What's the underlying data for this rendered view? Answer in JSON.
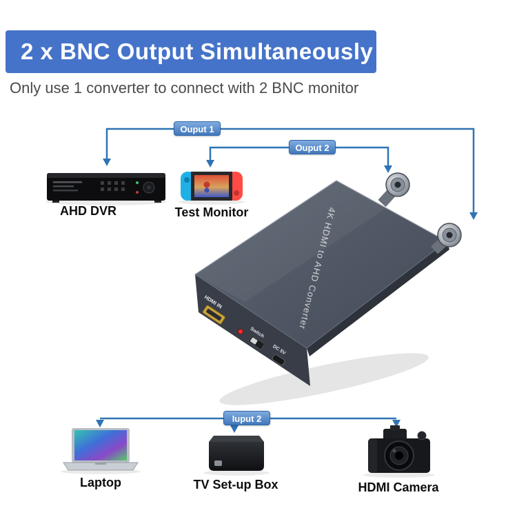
{
  "banner": {
    "title": "2 x BNC Output Simultaneously"
  },
  "subtitle": "Only use 1 converter to connect with 2 BNC monitor",
  "labels": {
    "output1": "Ouput 1",
    "output2": "Ouput 2",
    "input2": "Iuput 2"
  },
  "converter": {
    "name": "4K HDMI to AHD Converter",
    "port_hdmi": "HDMI IN",
    "port_switch": "Switch",
    "port_power": "DC 5V"
  },
  "devices": {
    "dvr": "AHD DVR",
    "monitor": "Test Monitor",
    "laptop": "Laptop",
    "tvbox": "TV Set-up Box",
    "camera": "HDMI Camera"
  },
  "colors": {
    "banner_bg": "#4573c9",
    "connector_line": "#2e74b5",
    "badge_bg": "#4a86c9",
    "converter_body": "#4d5460"
  }
}
